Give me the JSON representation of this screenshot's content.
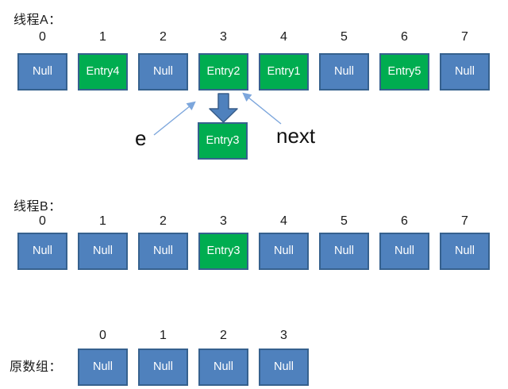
{
  "colors": {
    "cell_blue": "#4F81BD",
    "cell_green": "#00AD50",
    "cell_border": "#36618E",
    "block_arrow_fill": "#4F81BD",
    "block_arrow_stroke": "#385D8A",
    "thin_arrow": "#7CA6DC",
    "text_dark": "#1a1a1a",
    "text_light": "#ffffff"
  },
  "thread_a": {
    "title": "线程A：",
    "indices": [
      "0",
      "1",
      "2",
      "3",
      "4",
      "5",
      "6",
      "7"
    ],
    "cells": [
      {
        "label": "Null",
        "type": "null"
      },
      {
        "label": "Entry4",
        "type": "entry"
      },
      {
        "label": "Null",
        "type": "null"
      },
      {
        "label": "Entry2",
        "type": "entry"
      },
      {
        "label": "Entry1",
        "type": "entry"
      },
      {
        "label": "Null",
        "type": "null"
      },
      {
        "label": "Entry5",
        "type": "entry"
      },
      {
        "label": "Null",
        "type": "null"
      }
    ],
    "detached_cell": {
      "label": "Entry3",
      "type": "entry"
    },
    "pointer_e": "e",
    "pointer_next": "next"
  },
  "thread_b": {
    "title": "线程B：",
    "indices": [
      "0",
      "1",
      "2",
      "3",
      "4",
      "5",
      "6",
      "7"
    ],
    "cells": [
      {
        "label": "Null",
        "type": "null"
      },
      {
        "label": "Null",
        "type": "null"
      },
      {
        "label": "Null",
        "type": "null"
      },
      {
        "label": "Entry3",
        "type": "entry"
      },
      {
        "label": "Null",
        "type": "null"
      },
      {
        "label": "Null",
        "type": "null"
      },
      {
        "label": "Null",
        "type": "null"
      },
      {
        "label": "Null",
        "type": "null"
      }
    ]
  },
  "original_array": {
    "title": "原数组：",
    "indices": [
      "0",
      "1",
      "2",
      "3"
    ],
    "cells": [
      {
        "label": "Null",
        "type": "null"
      },
      {
        "label": "Null",
        "type": "null"
      },
      {
        "label": "Null",
        "type": "null"
      },
      {
        "label": "Null",
        "type": "null"
      }
    ]
  }
}
